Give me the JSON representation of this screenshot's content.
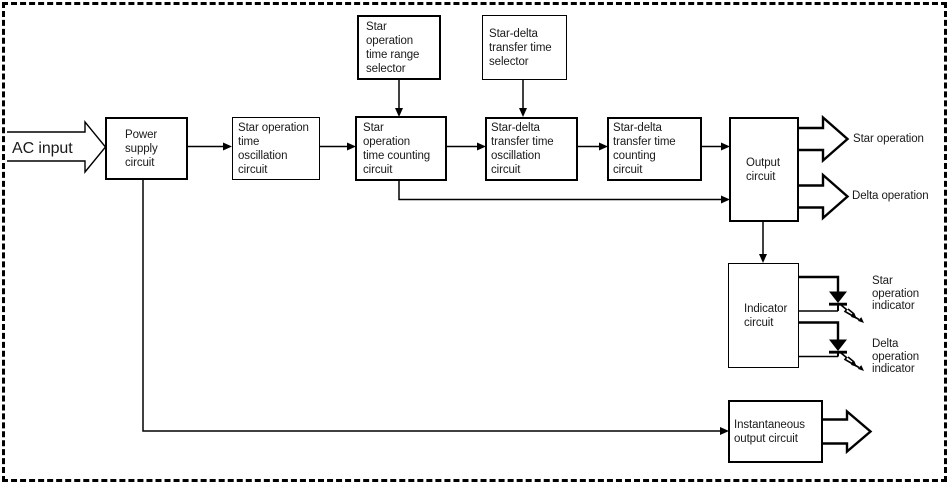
{
  "diagram": {
    "input": {
      "label": "AC input"
    },
    "blocks": {
      "power_supply": {
        "label": "Power\nsupply\ncircuit"
      },
      "star_osc": {
        "label": "Star operation\ntime\noscillation\ncircuit"
      },
      "star_count": {
        "label": "Star\noperation\ntime counting\ncircuit"
      },
      "star_range_selector": {
        "label": "Star\noperation\ntime range\nselector"
      },
      "sd_selector": {
        "label": "Star-delta\ntransfer time\nselector"
      },
      "sd_osc": {
        "label": "Star-delta\ntransfer time\noscillation\ncircuit"
      },
      "sd_count": {
        "label": "Star-delta\ntransfer time\ncounting\ncircuit"
      },
      "output": {
        "label": "Output\ncircuit"
      },
      "indicator": {
        "label": "Indicator\ncircuit"
      },
      "instantaneous": {
        "label": "Instantaneous\noutput circuit"
      }
    },
    "outputs": {
      "star_operation": {
        "label": "Star operation"
      },
      "delta_operation": {
        "label": "Delta operation"
      },
      "star_indicator": {
        "label": "Star\noperation\nindicator"
      },
      "delta_indicator": {
        "label": "Delta\noperation\nindicator"
      }
    },
    "colors": {
      "line": "#000000",
      "text": "#1a1a1a",
      "background": "#ffffff"
    }
  }
}
